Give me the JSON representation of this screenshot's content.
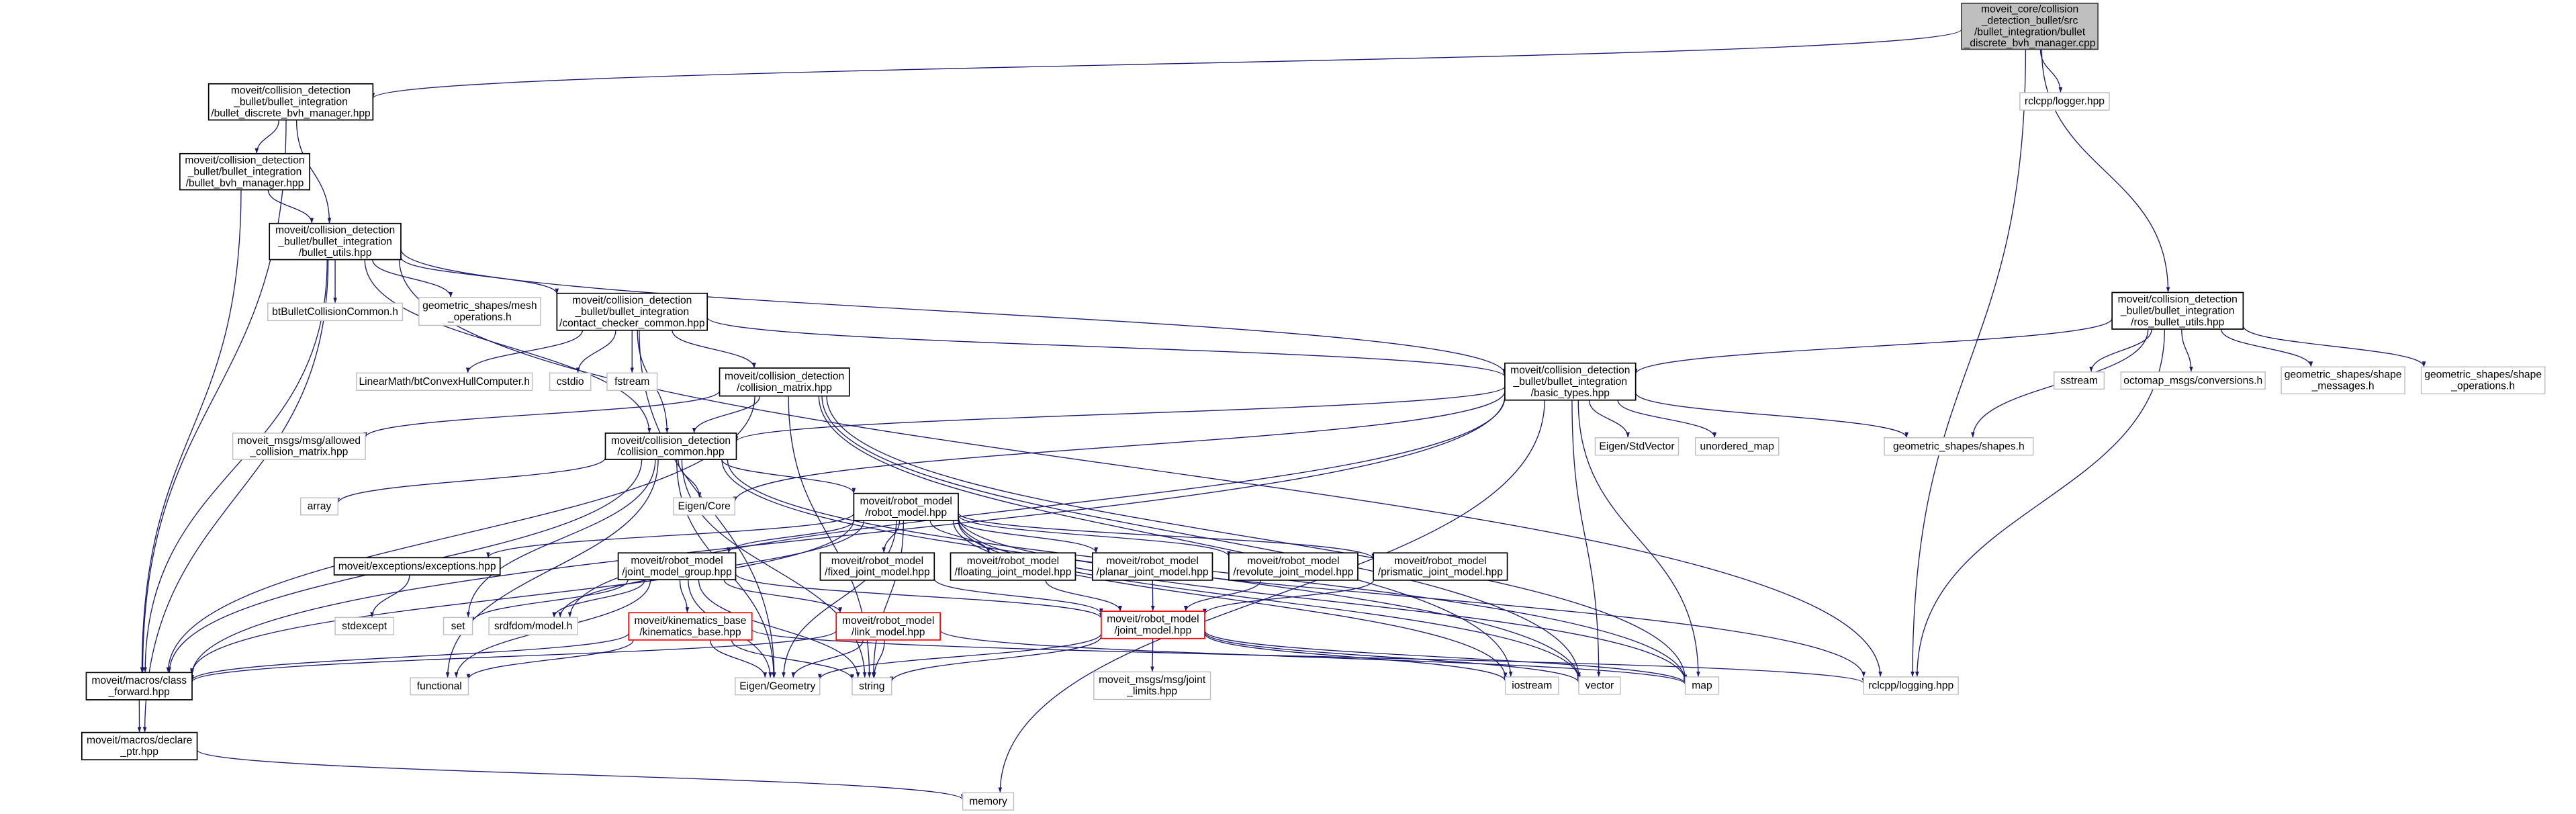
{
  "graph": {
    "edge_color": "#191970",
    "nodes": [
      {
        "id": "root",
        "kind": "root",
        "lines": [
          "moveit_core/collision",
          "_detection_bullet/src",
          "/bullet_integration/bullet",
          "_discrete_bvh_manager.cpp"
        ]
      },
      {
        "id": "logger",
        "kind": "external",
        "lines": [
          "rclcpp/logger.hpp"
        ]
      },
      {
        "id": "ros_bullet_utils",
        "kind": "file",
        "lines": [
          "moveit/collision_detection",
          "_bullet/bullet_integration",
          "/ros_bullet_utils.hpp"
        ]
      },
      {
        "id": "bdbm",
        "kind": "file",
        "lines": [
          "moveit/collision_detection",
          "_bullet/bullet_integration",
          "/bullet_discrete_bvh_manager.hpp"
        ]
      },
      {
        "id": "bbvh",
        "kind": "file",
        "lines": [
          "moveit/collision_detection",
          "_bullet/bullet_integration",
          "/bullet_bvh_manager.hpp"
        ]
      },
      {
        "id": "bullet_utils",
        "kind": "file",
        "lines": [
          "moveit/collision_detection",
          "_bullet/bullet_integration",
          "/bullet_utils.hpp"
        ]
      },
      {
        "id": "btbullet",
        "kind": "external",
        "lines": [
          "btBulletCollisionCommon.h"
        ]
      },
      {
        "id": "mesh_ops",
        "kind": "external",
        "lines": [
          "geometric_shapes/mesh",
          "_operations.h"
        ]
      },
      {
        "id": "contact_checker",
        "kind": "file",
        "lines": [
          "moveit/collision_detection",
          "_bullet/bullet_integration",
          "/contact_checker_common.hpp"
        ]
      },
      {
        "id": "linearmath",
        "kind": "external",
        "lines": [
          "LinearMath/btConvexHullComputer.h"
        ]
      },
      {
        "id": "cstdio",
        "kind": "external",
        "lines": [
          "cstdio"
        ]
      },
      {
        "id": "fstream",
        "kind": "external",
        "lines": [
          "fstream"
        ]
      },
      {
        "id": "collision_matrix",
        "kind": "file",
        "lines": [
          "moveit/collision_detection",
          "/collision_matrix.hpp"
        ]
      },
      {
        "id": "basic_types",
        "kind": "file",
        "lines": [
          "moveit/collision_detection",
          "_bullet/bullet_integration",
          "/basic_types.hpp"
        ]
      },
      {
        "id": "eigen_stdvector",
        "kind": "external",
        "lines": [
          "Eigen/StdVector"
        ]
      },
      {
        "id": "unordered_map",
        "kind": "external",
        "lines": [
          "unordered_map"
        ]
      },
      {
        "id": "shapes",
        "kind": "external",
        "lines": [
          "geometric_shapes/shapes.h"
        ]
      },
      {
        "id": "sstream",
        "kind": "external",
        "lines": [
          "sstream"
        ]
      },
      {
        "id": "octomap",
        "kind": "external",
        "lines": [
          "octomap_msgs/conversions.h"
        ]
      },
      {
        "id": "shape_messages",
        "kind": "external",
        "lines": [
          "geometric_shapes/shape",
          "_messages.h"
        ]
      },
      {
        "id": "shape_operations",
        "kind": "external",
        "lines": [
          "geometric_shapes/shape",
          "_operations.h"
        ]
      },
      {
        "id": "allowed_cm",
        "kind": "external",
        "lines": [
          "moveit_msgs/msg/allowed",
          "_collision_matrix.hpp"
        ]
      },
      {
        "id": "collision_common",
        "kind": "file",
        "lines": [
          "moveit/collision_detection",
          "/collision_common.hpp"
        ]
      },
      {
        "id": "array",
        "kind": "external",
        "lines": [
          "array"
        ]
      },
      {
        "id": "eigen_core",
        "kind": "external",
        "lines": [
          "Eigen/Core"
        ]
      },
      {
        "id": "robot_model",
        "kind": "file",
        "lines": [
          "moveit/robot_model",
          "/robot_model.hpp"
        ]
      },
      {
        "id": "exceptions",
        "kind": "file",
        "lines": [
          "moveit/exceptions/exceptions.hpp"
        ]
      },
      {
        "id": "jmg",
        "kind": "file",
        "lines": [
          "moveit/robot_model",
          "/joint_model_group.hpp"
        ]
      },
      {
        "id": "fixed",
        "kind": "file",
        "lines": [
          "moveit/robot_model",
          "/fixed_joint_model.hpp"
        ]
      },
      {
        "id": "floating",
        "kind": "file",
        "lines": [
          "moveit/robot_model",
          "/floating_joint_model.hpp"
        ]
      },
      {
        "id": "planar",
        "kind": "file",
        "lines": [
          "moveit/robot_model",
          "/planar_joint_model.hpp"
        ]
      },
      {
        "id": "revolute",
        "kind": "file",
        "lines": [
          "moveit/robot_model",
          "/revolute_joint_model.hpp"
        ]
      },
      {
        "id": "prismatic",
        "kind": "file",
        "lines": [
          "moveit/robot_model",
          "/prismatic_joint_model.hpp"
        ]
      },
      {
        "id": "stdexcept",
        "kind": "external",
        "lines": [
          "stdexcept"
        ]
      },
      {
        "id": "set",
        "kind": "external",
        "lines": [
          "set"
        ]
      },
      {
        "id": "srdfdom",
        "kind": "external",
        "lines": [
          "srdfdom/model.h"
        ]
      },
      {
        "id": "kinematics_base",
        "kind": "truncated",
        "lines": [
          "moveit/kinematics_base",
          "/kinematics_base.hpp"
        ]
      },
      {
        "id": "link_model",
        "kind": "truncated",
        "lines": [
          "moveit/robot_model",
          "/link_model.hpp"
        ]
      },
      {
        "id": "joint_model",
        "kind": "truncated",
        "lines": [
          "moveit/robot_model",
          "/joint_model.hpp"
        ]
      },
      {
        "id": "class_forward",
        "kind": "file",
        "lines": [
          "moveit/macros/class",
          "_forward.hpp"
        ]
      },
      {
        "id": "functional",
        "kind": "external",
        "lines": [
          "functional"
        ]
      },
      {
        "id": "eigen_geometry",
        "kind": "external",
        "lines": [
          "Eigen/Geometry"
        ]
      },
      {
        "id": "string",
        "kind": "external",
        "lines": [
          "string"
        ]
      },
      {
        "id": "joint_limits",
        "kind": "external",
        "lines": [
          "moveit_msgs/msg/joint",
          "_limits.hpp"
        ]
      },
      {
        "id": "iostream",
        "kind": "external",
        "lines": [
          "iostream"
        ]
      },
      {
        "id": "vector",
        "kind": "external",
        "lines": [
          "vector"
        ]
      },
      {
        "id": "map",
        "kind": "external",
        "lines": [
          "map"
        ]
      },
      {
        "id": "logging",
        "kind": "external",
        "lines": [
          "rclcpp/logging.hpp"
        ]
      },
      {
        "id": "declare_ptr",
        "kind": "file",
        "lines": [
          "moveit/macros/declare",
          "_ptr.hpp"
        ]
      },
      {
        "id": "memory",
        "kind": "external",
        "lines": [
          "memory"
        ]
      }
    ],
    "edges": [
      [
        "root",
        "bdbm"
      ],
      [
        "root",
        "logger"
      ],
      [
        "root",
        "ros_bullet_utils"
      ],
      [
        "root",
        "logging"
      ],
      [
        "bdbm",
        "bbvh"
      ],
      [
        "bdbm",
        "bullet_utils"
      ],
      [
        "bdbm",
        "class_forward"
      ],
      [
        "bbvh",
        "bullet_utils"
      ],
      [
        "bbvh",
        "class_forward"
      ],
      [
        "bullet_utils",
        "btbullet"
      ],
      [
        "bullet_utils",
        "mesh_ops"
      ],
      [
        "bullet_utils",
        "contact_checker"
      ],
      [
        "bullet_utils",
        "basic_types"
      ],
      [
        "bullet_utils",
        "collision_common"
      ],
      [
        "bullet_utils",
        "class_forward"
      ],
      [
        "bullet_utils",
        "declare_ptr"
      ],
      [
        "bullet_utils",
        "logging"
      ],
      [
        "contact_checker",
        "linearmath"
      ],
      [
        "contact_checker",
        "cstdio"
      ],
      [
        "contact_checker",
        "fstream"
      ],
      [
        "contact_checker",
        "collision_matrix"
      ],
      [
        "contact_checker",
        "collision_common"
      ],
      [
        "contact_checker",
        "basic_types"
      ],
      [
        "contact_checker",
        "eigen_geometry"
      ],
      [
        "collision_matrix",
        "allowed_cm"
      ],
      [
        "collision_matrix",
        "collision_common"
      ],
      [
        "collision_matrix",
        "class_forward"
      ],
      [
        "collision_matrix",
        "map"
      ],
      [
        "collision_matrix",
        "string"
      ],
      [
        "collision_matrix",
        "iostream"
      ],
      [
        "collision_matrix",
        "vector"
      ],
      [
        "basic_types",
        "eigen_stdvector"
      ],
      [
        "basic_types",
        "unordered_map"
      ],
      [
        "basic_types",
        "shapes"
      ],
      [
        "basic_types",
        "collision_common"
      ],
      [
        "basic_types",
        "class_forward"
      ],
      [
        "basic_types",
        "eigen_core"
      ],
      [
        "basic_types",
        "vector"
      ],
      [
        "basic_types",
        "map"
      ],
      [
        "basic_types",
        "memory"
      ],
      [
        "basic_types",
        "srdfdom"
      ],
      [
        "ros_bullet_utils",
        "basic_types"
      ],
      [
        "ros_bullet_utils",
        "sstream"
      ],
      [
        "ros_bullet_utils",
        "octomap"
      ],
      [
        "ros_bullet_utils",
        "shape_messages"
      ],
      [
        "ros_bullet_utils",
        "shape_operations"
      ],
      [
        "ros_bullet_utils",
        "shapes"
      ],
      [
        "ros_bullet_utils",
        "logging"
      ],
      [
        "collision_common",
        "array"
      ],
      [
        "collision_common",
        "eigen_core"
      ],
      [
        "collision_common",
        "robot_model"
      ],
      [
        "collision_common",
        "set"
      ],
      [
        "collision_common",
        "functional"
      ],
      [
        "collision_common",
        "eigen_geometry"
      ],
      [
        "collision_common",
        "string"
      ],
      [
        "collision_common",
        "vector"
      ],
      [
        "collision_common",
        "map"
      ],
      [
        "collision_common",
        "class_forward"
      ],
      [
        "robot_model",
        "exceptions"
      ],
      [
        "robot_model",
        "jmg"
      ],
      [
        "robot_model",
        "fixed"
      ],
      [
        "robot_model",
        "floating"
      ],
      [
        "robot_model",
        "planar"
      ],
      [
        "robot_model",
        "revolute"
      ],
      [
        "robot_model",
        "prismatic"
      ],
      [
        "robot_model",
        "srdfdom"
      ],
      [
        "robot_model",
        "class_forward"
      ],
      [
        "robot_model",
        "eigen_geometry"
      ],
      [
        "robot_model",
        "iostream"
      ],
      [
        "robot_model",
        "logging"
      ],
      [
        "robot_model",
        "string"
      ],
      [
        "robot_model",
        "map"
      ],
      [
        "robot_model",
        "vector"
      ],
      [
        "jmg",
        "set"
      ],
      [
        "jmg",
        "srdfdom"
      ],
      [
        "jmg",
        "kinematics_base"
      ],
      [
        "jmg",
        "link_model"
      ],
      [
        "jmg",
        "joint_model"
      ],
      [
        "jmg",
        "functional"
      ],
      [
        "jmg",
        "string"
      ],
      [
        "jmg",
        "eigen_geometry"
      ],
      [
        "exceptions",
        "stdexcept"
      ],
      [
        "kinematics_base",
        "class_forward"
      ],
      [
        "kinematics_base",
        "functional"
      ],
      [
        "kinematics_base",
        "string"
      ],
      [
        "kinematics_base",
        "eigen_geometry"
      ],
      [
        "kinematics_base",
        "logging"
      ],
      [
        "link_model",
        "class_forward"
      ],
      [
        "link_model",
        "eigen_geometry"
      ],
      [
        "link_model",
        "string"
      ],
      [
        "link_model",
        "map"
      ],
      [
        "fixed",
        "joint_model"
      ],
      [
        "floating",
        "joint_model"
      ],
      [
        "planar",
        "joint_model"
      ],
      [
        "revolute",
        "joint_model"
      ],
      [
        "prismatic",
        "joint_model"
      ],
      [
        "joint_model",
        "joint_limits"
      ],
      [
        "joint_model",
        "string"
      ],
      [
        "joint_model",
        "eigen_geometry"
      ],
      [
        "joint_model",
        "iostream"
      ],
      [
        "joint_model",
        "vector"
      ],
      [
        "joint_model",
        "map"
      ],
      [
        "class_forward",
        "declare_ptr"
      ],
      [
        "declare_ptr",
        "memory"
      ]
    ]
  }
}
